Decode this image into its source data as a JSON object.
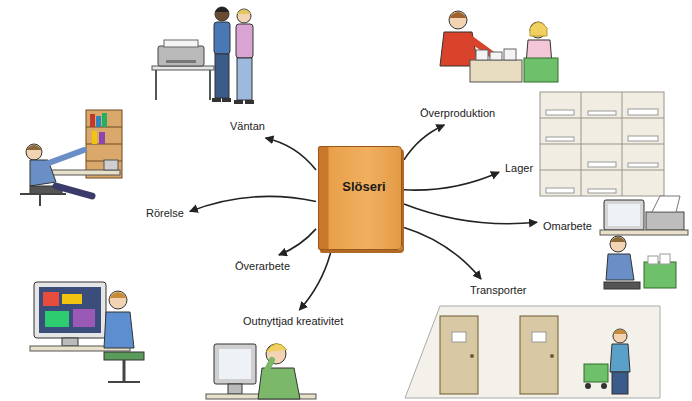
{
  "diagram": {
    "nodes": [
      {
        "text": [
          "Slöseri"
        ]
      },
      {
        "text": [
          "Väntan"
        ]
      },
      {
        "text": [
          "Rörelse"
        ]
      },
      {
        "text": [
          "Överarbete"
        ]
      },
      {
        "text": [
          "Outnyttjad kreativitet"
        ]
      },
      {
        "text": [
          "Överproduktion"
        ]
      },
      {
        "text": [
          "Lager"
        ]
      },
      {
        "text": [
          "Omarbete"
        ]
      },
      {
        "text": [
          "Transporter"
        ]
      }
    ],
    "edges": [
      {
        "from": 0,
        "to": 1,
        "arrow": "to"
      },
      {
        "from": 0,
        "to": 2,
        "arrow": "to"
      },
      {
        "from": 0,
        "to": 3,
        "arrow": "to"
      },
      {
        "from": 0,
        "to": 4,
        "arrow": "to"
      },
      {
        "from": 0,
        "to": 5,
        "arrow": "to"
      },
      {
        "from": 0,
        "to": 6,
        "arrow": "to"
      },
      {
        "from": 0,
        "to": 7,
        "arrow": "to"
      },
      {
        "from": 0,
        "to": 8,
        "arrow": "to"
      }
    ]
  }
}
